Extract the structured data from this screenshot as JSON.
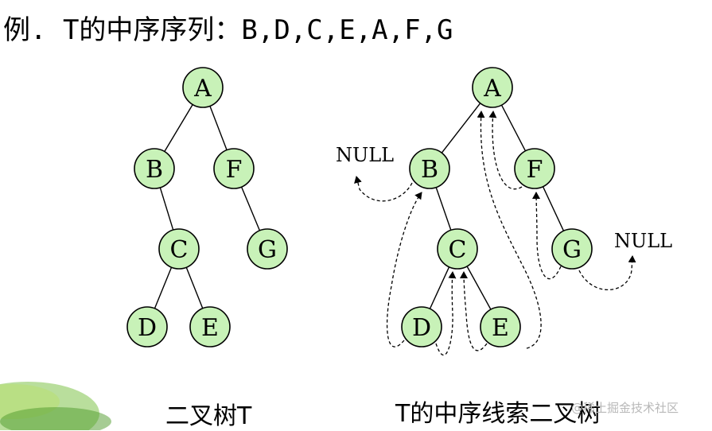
{
  "title": "例. T的中序序列：B,D,C,E,A,F,G",
  "caption_left": "二叉树T",
  "caption_right": "T的中序线索二叉树",
  "null_label": "NULL",
  "watermark": "@稀土掘金技术社区",
  "colors": {
    "node_fill": "#c8f2b8",
    "stroke": "#000000"
  },
  "tree_left": {
    "nodes": [
      "A",
      "B",
      "F",
      "C",
      "G",
      "D",
      "E"
    ],
    "edges": [
      [
        "A",
        "B"
      ],
      [
        "A",
        "F"
      ],
      [
        "B",
        "C"
      ],
      [
        "F",
        "G"
      ],
      [
        "C",
        "D"
      ],
      [
        "C",
        "E"
      ]
    ]
  },
  "tree_right": {
    "nodes": [
      "A",
      "B",
      "F",
      "C",
      "G",
      "D",
      "E"
    ],
    "edges": [
      [
        "A",
        "B"
      ],
      [
        "A",
        "F"
      ],
      [
        "B",
        "C"
      ],
      [
        "F",
        "G"
      ],
      [
        "C",
        "D"
      ],
      [
        "C",
        "E"
      ]
    ],
    "threads": [
      [
        "B",
        "NULL"
      ],
      [
        "D",
        "B"
      ],
      [
        "D",
        "C"
      ],
      [
        "E",
        "C"
      ],
      [
        "E",
        "A"
      ],
      [
        "F",
        "A"
      ],
      [
        "G",
        "F"
      ],
      [
        "G",
        "NULL"
      ]
    ]
  }
}
